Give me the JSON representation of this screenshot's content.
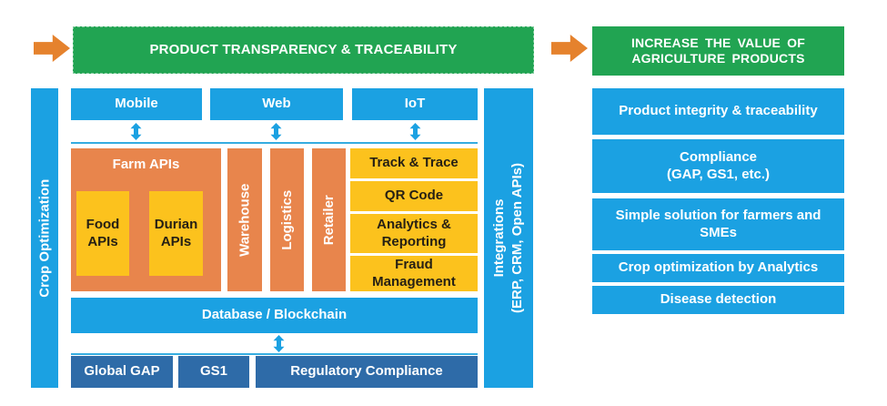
{
  "colors": {
    "blue": "#1BA1E2",
    "green": "#21A452",
    "orange": "#E5822D",
    "orange-box": "#E8854C",
    "yellow": "#FCC21D",
    "dark-blue": "#2E6BA8",
    "line-blue": "#35ACE0",
    "dark-text": "#262014"
  },
  "flow": {
    "left_banner": "PRODUCT TRANSPARENCY & TRACEABILITY",
    "right_banner": "INCREASE THE VALUE OF\nAGRICULTURE PRODUCTS"
  },
  "platform": {
    "crop_bar": "Crop Optimization",
    "channels": [
      "Mobile",
      "Web",
      "IoT"
    ],
    "farm": {
      "title": "Farm APIs",
      "children": [
        "Food\nAPIs",
        "Durian\nAPIs"
      ]
    },
    "chain": [
      "Warehouse",
      "Logistics",
      "Retailer"
    ],
    "services": [
      "Track & Trace",
      "QR Code",
      "Analytics &\nReporting",
      "Fraud\nManagement"
    ],
    "database": "Database / Blockchain",
    "compliance": [
      "Global GAP",
      "GS1",
      "Regulatory Compliance"
    ],
    "integrations": {
      "title": "Integrations",
      "subtitle": "(ERP, CRM, Open APIs)"
    }
  },
  "benefits": [
    "Product integrity & traceability",
    "Compliance\n(GAP, GS1, etc.)",
    "Simple solution for farmers and\nSMEs",
    "Crop optimization by Analytics",
    "Disease detection"
  ]
}
